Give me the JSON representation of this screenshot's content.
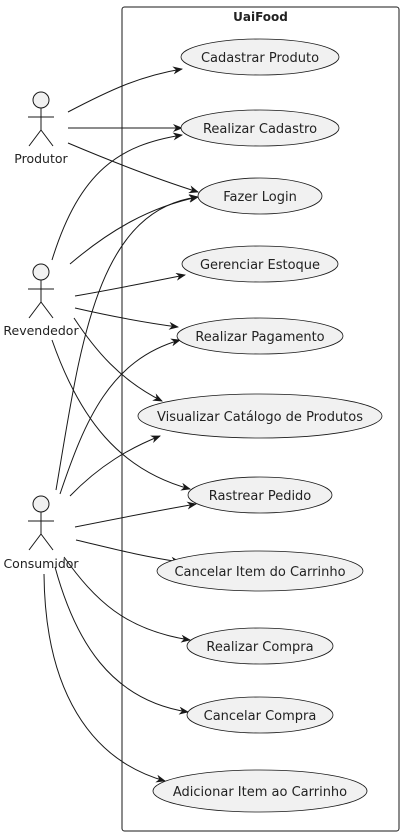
{
  "system": {
    "title": "UaiFood"
  },
  "actors": {
    "produtor": {
      "label": "Produtor"
    },
    "revendedor": {
      "label": "Revendedor"
    },
    "consumidor": {
      "label": "Consumidor"
    }
  },
  "use_cases": {
    "cadastrar_produto": "Cadastrar Produto",
    "realizar_cadastro": "Realizar Cadastro",
    "fazer_login": "Fazer Login",
    "gerenciar_estoque": "Gerenciar Estoque",
    "realizar_pagamento": "Realizar Pagamento",
    "visualizar_catalogo": "Visualizar Catálogo de Produtos",
    "rastrear_pedido": "Rastrear Pedido",
    "cancelar_item": "Cancelar Item do Carrinho",
    "realizar_compra": "Realizar Compra",
    "cancelar_compra": "Cancelar Compra",
    "adicionar_item": "Adicionar Item ao Carrinho"
  },
  "associations": [
    [
      "produtor",
      "cadastrar_produto"
    ],
    [
      "produtor",
      "realizar_cadastro"
    ],
    [
      "produtor",
      "fazer_login"
    ],
    [
      "revendedor",
      "realizar_cadastro"
    ],
    [
      "revendedor",
      "fazer_login"
    ],
    [
      "revendedor",
      "gerenciar_estoque"
    ],
    [
      "revendedor",
      "realizar_pagamento"
    ],
    [
      "revendedor",
      "visualizar_catalogo"
    ],
    [
      "revendedor",
      "rastrear_pedido"
    ],
    [
      "consumidor",
      "fazer_login"
    ],
    [
      "consumidor",
      "realizar_pagamento"
    ],
    [
      "consumidor",
      "visualizar_catalogo"
    ],
    [
      "consumidor",
      "rastrear_pedido"
    ],
    [
      "consumidor",
      "cancelar_item"
    ],
    [
      "consumidor",
      "realizar_compra"
    ],
    [
      "consumidor",
      "cancelar_compra"
    ],
    [
      "consumidor",
      "adicionar_item"
    ]
  ]
}
